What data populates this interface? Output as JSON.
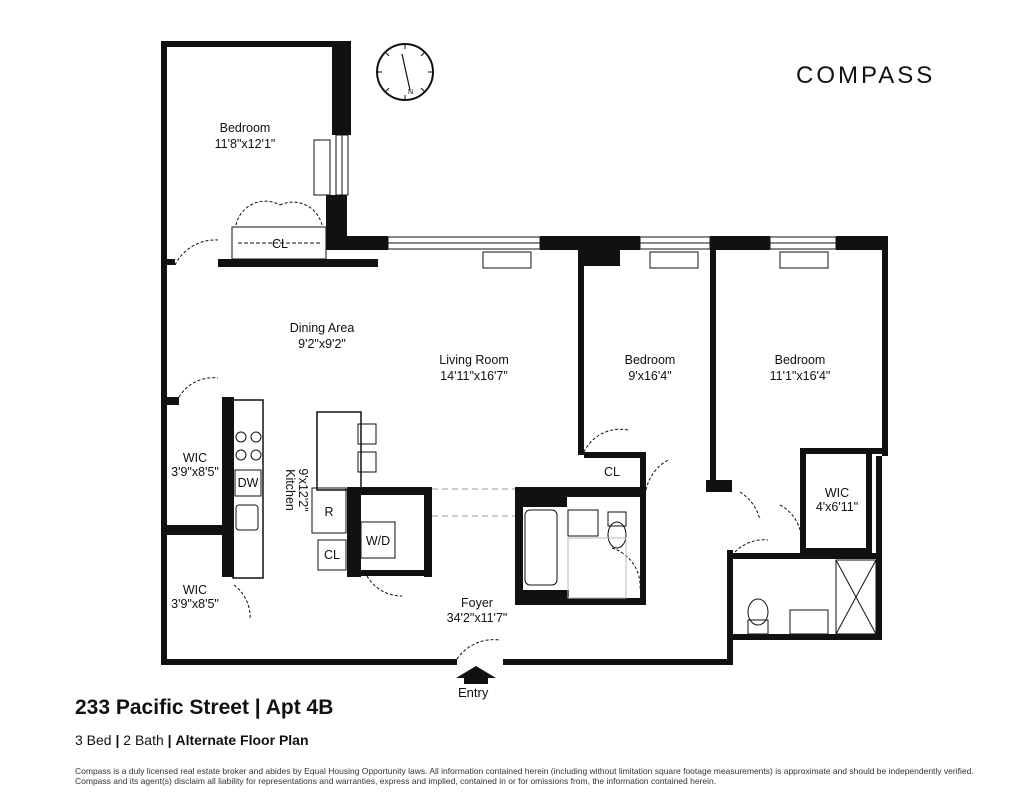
{
  "brand": {
    "name": "COMPASS"
  },
  "listing": {
    "address": "233 Pacific Street | Apt 4B",
    "beds": "3 Bed",
    "separator1": "|",
    "baths": "2 Bath",
    "separator2": "|",
    "plan": "Alternate Floor Plan"
  },
  "disclaimer": {
    "line1": "Compass is a duly licensed real estate broker and abides by Equal Housing Opportunity laws.  All information contained herein (including without limitation square footage measurements) is approximate and should be independently verified.",
    "line2": "Compass and its agent(s) disclaim all liability for representations and warranties, express and implied, contained in or for omissions from, the information contained herein."
  },
  "rooms": {
    "bedroom_top": {
      "name": "Bedroom",
      "size": "11'8\"x12'1\""
    },
    "closet_top": {
      "name": "CL"
    },
    "dining": {
      "name": "Dining Area",
      "size": "9'2\"x9'2\""
    },
    "living": {
      "name": "Living Room",
      "size": "14'11\"x16'7\""
    },
    "bedroom_mid": {
      "name": "Bedroom",
      "size": "9'x16'4\""
    },
    "bedroom_right": {
      "name": "Bedroom",
      "size": "11'1\"x16'4\""
    },
    "closet_mid": {
      "name": "CL"
    },
    "wic_left_top": {
      "name": "WIC",
      "size": "3'9\"x8'5\""
    },
    "wic_left_bottom": {
      "name": "WIC",
      "size": "3'9\"x8'5\""
    },
    "wic_right": {
      "name": "WIC",
      "size": "4'x6'11\""
    },
    "kitchen": {
      "name": "Kitchen",
      "size": "9'x12'2\""
    },
    "dishwasher": {
      "name": "DW"
    },
    "refrigerator": {
      "name": "R"
    },
    "closet_kitchen": {
      "name": "CL"
    },
    "washer_dryer": {
      "name": "W/D"
    },
    "foyer": {
      "name": "Foyer",
      "size": "34'2\"x11'7\""
    }
  },
  "entry": {
    "label": "Entry"
  },
  "compass_rose": {
    "icon": "compass-rose-icon"
  }
}
